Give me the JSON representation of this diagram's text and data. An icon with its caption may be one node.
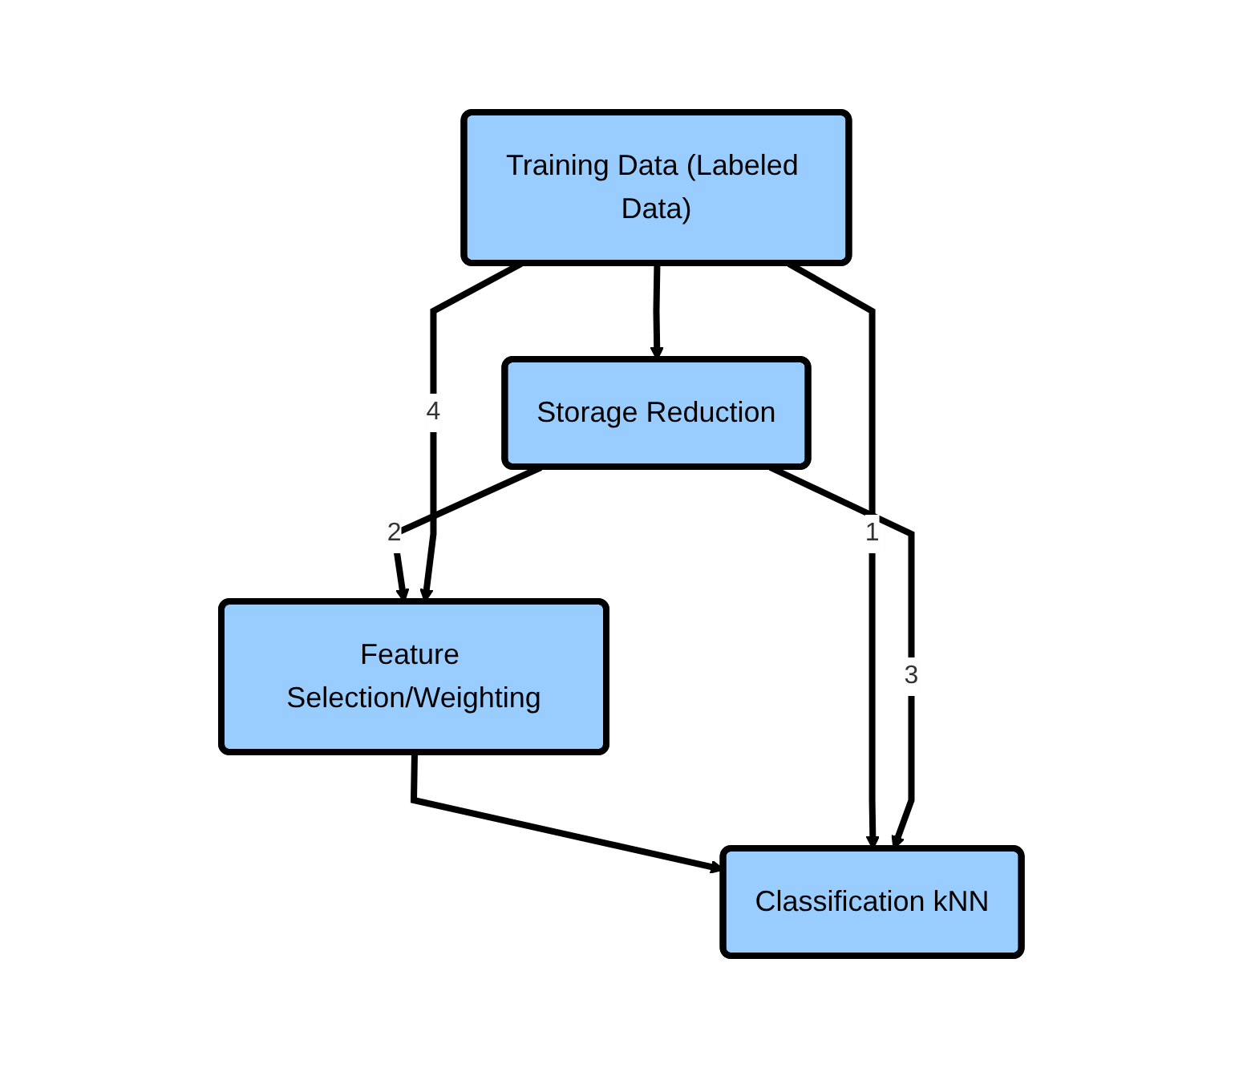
{
  "diagram": {
    "nodes": [
      {
        "text": [
          "Training Data (Labeled Data)"
        ]
      },
      {
        "text": [
          "Storage Reduction"
        ]
      },
      {
        "text": [
          "Feature Selection/Weighting"
        ]
      },
      {
        "text": [
          "Classification kNN"
        ]
      }
    ],
    "edges": [
      {
        "from": 0,
        "to": 1,
        "arrow": "to"
      },
      {
        "from": 1,
        "to": 2,
        "arrow": "to",
        "label": "2"
      },
      {
        "from": 2,
        "to": 3,
        "arrow": "to"
      },
      {
        "from": 0,
        "to": 3,
        "arrow": "to",
        "label": "1"
      },
      {
        "from": 1,
        "to": 3,
        "arrow": "to",
        "label": "3"
      },
      {
        "from": 0,
        "to": 2,
        "arrow": "to",
        "label": "4"
      }
    ]
  }
}
